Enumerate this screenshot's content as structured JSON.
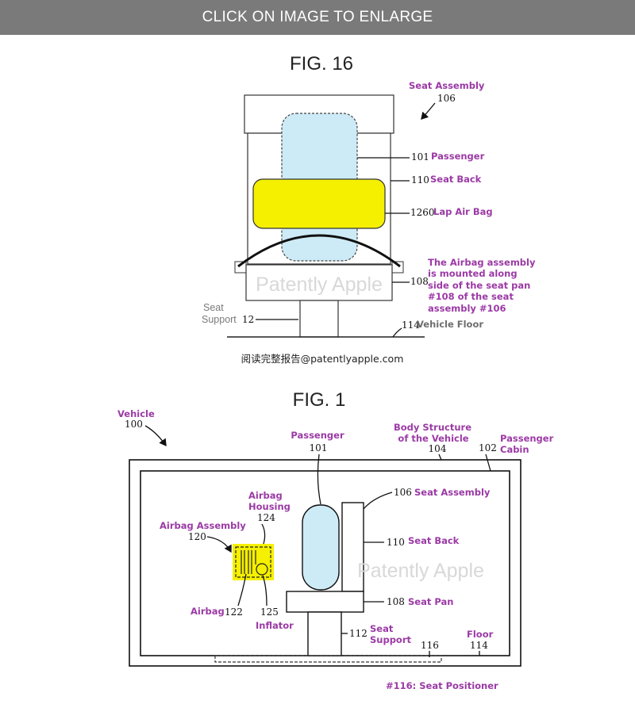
{
  "banner": "CLICK ON IMAGE TO ENLARGE",
  "fig16": {
    "title": "FIG. 16",
    "seat_assembly": "Seat Assembly",
    "n106": "106",
    "n101": "101",
    "passenger": "Passenger",
    "n110": "110",
    "seat_back": "Seat Back",
    "n1260": "1260",
    "lap_air_bag": "Lap Air Bag",
    "note": [
      "The Airbag assembly",
      "is mounted along",
      "side of the seat pan",
      "#108 of the seat",
      "assembly #106"
    ],
    "n108": "108",
    "watermark": "Patently Apple",
    "seat_support_1": "Seat",
    "seat_support_2": "Support",
    "n12": "12",
    "n114": "114",
    "vehicle_floor": "Vehicle Floor",
    "source": "阅读完整报告@patentlyapple.com"
  },
  "fig1": {
    "title": "FIG. 1",
    "vehicle": "Vehicle",
    "n100": "100",
    "passenger": "Passenger",
    "n101": "101",
    "body_structure_1": "Body Structure",
    "body_structure_2": "of the Vehicle",
    "n104": "104",
    "n102": "102",
    "passenger_cabin_1": "Passenger",
    "passenger_cabin_2": "Cabin",
    "n106": "106",
    "seat_assembly": "Seat Assembly",
    "airbag_housing_1": "Airbag",
    "airbag_housing_2": "Housing",
    "n124": "124",
    "airbag_assembly": "Airbag Assembly",
    "n120": "120",
    "n110": "110",
    "seat_back": "Seat Back",
    "watermark": "Patently Apple",
    "n108": "108",
    "seat_pan": "Seat Pan",
    "airbag": "Airbag",
    "n122": "122",
    "n125": "125",
    "inflator": "Inflator",
    "n112": "112",
    "seat_support_1": "Seat",
    "seat_support_2": "Support",
    "floor": "Floor",
    "n116": "116",
    "n114": "114",
    "seat_positioner": "#116: Seat Positioner"
  },
  "colors": {
    "label": "#9b3aa5",
    "airbag": "#f5f000",
    "passenger": "#cdebf7",
    "banner": "#7a7a7a"
  }
}
